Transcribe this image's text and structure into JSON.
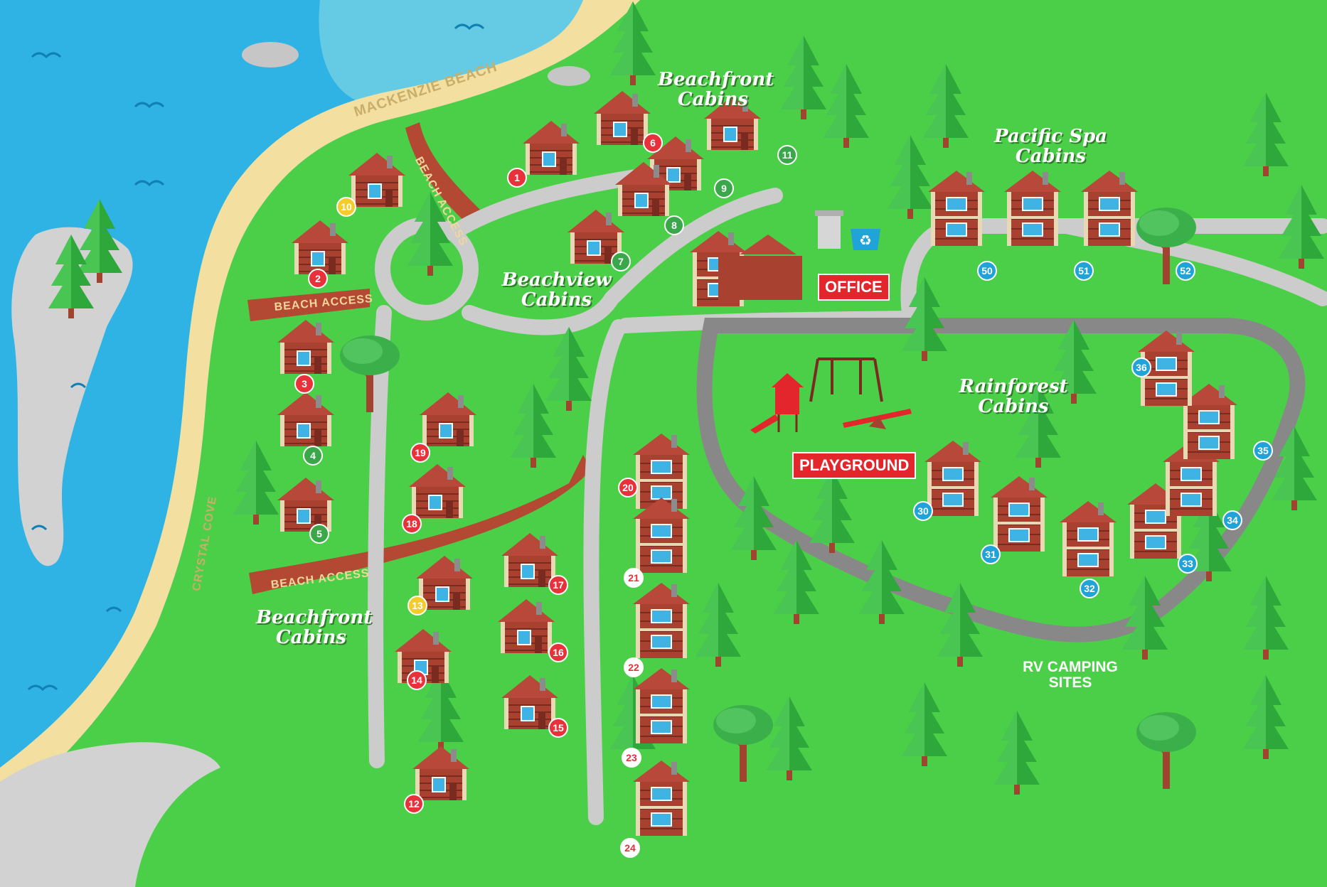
{
  "labels": {
    "mackenzie_beach": "MACKENZIE BEACH",
    "crystal_cove": "CRYSTAL COVE",
    "beach_access": "BEACH ACCESS",
    "beachfront_top": "Beachfront Cabins",
    "beachfront_left": "Beachfront Cabins",
    "beachview": "Beachview Cabins",
    "pacific_spa": "Pacific Spa Cabins",
    "rainforest": "Rainforest Cabins",
    "office": "OFFICE",
    "playground": "PLAYGROUND",
    "rv_camping_1": "RV CAMPING",
    "rv_camping_2": "SITES"
  },
  "colors": {
    "red": "#e8313a",
    "green": "#3aa84a",
    "yellow": "#f3cb2a",
    "blue": "#1fa3d8"
  },
  "cabins": [
    {
      "num": "1",
      "color": "red"
    },
    {
      "num": "2",
      "color": "red"
    },
    {
      "num": "3",
      "color": "red"
    },
    {
      "num": "4",
      "color": "green"
    },
    {
      "num": "5",
      "color": "green"
    },
    {
      "num": "6",
      "color": "red"
    },
    {
      "num": "7",
      "color": "green"
    },
    {
      "num": "8",
      "color": "green"
    },
    {
      "num": "9",
      "color": "green"
    },
    {
      "num": "10",
      "color": "yellow"
    },
    {
      "num": "11",
      "color": "green"
    },
    {
      "num": "12",
      "color": "red"
    },
    {
      "num": "13",
      "color": "yellow"
    },
    {
      "num": "14",
      "color": "red"
    },
    {
      "num": "15",
      "color": "red"
    },
    {
      "num": "16",
      "color": "red"
    },
    {
      "num": "17",
      "color": "red"
    },
    {
      "num": "18",
      "color": "red"
    },
    {
      "num": "19",
      "color": "red"
    },
    {
      "num": "20",
      "color": "red"
    },
    {
      "num": "21",
      "color": "white"
    },
    {
      "num": "22",
      "color": "white"
    },
    {
      "num": "23",
      "color": "white"
    },
    {
      "num": "24",
      "color": "white"
    },
    {
      "num": "30",
      "color": "blue"
    },
    {
      "num": "31",
      "color": "blue"
    },
    {
      "num": "32",
      "color": "blue"
    },
    {
      "num": "33",
      "color": "blue"
    },
    {
      "num": "34",
      "color": "blue"
    },
    {
      "num": "35",
      "color": "blue"
    },
    {
      "num": "36",
      "color": "blue"
    },
    {
      "num": "50",
      "color": "blue"
    },
    {
      "num": "51",
      "color": "blue"
    },
    {
      "num": "52",
      "color": "blue"
    }
  ],
  "icons": [
    "trash-can-icon",
    "recycling-bin-icon",
    "slide-icon",
    "swing-set-icon",
    "seesaw-icon"
  ]
}
